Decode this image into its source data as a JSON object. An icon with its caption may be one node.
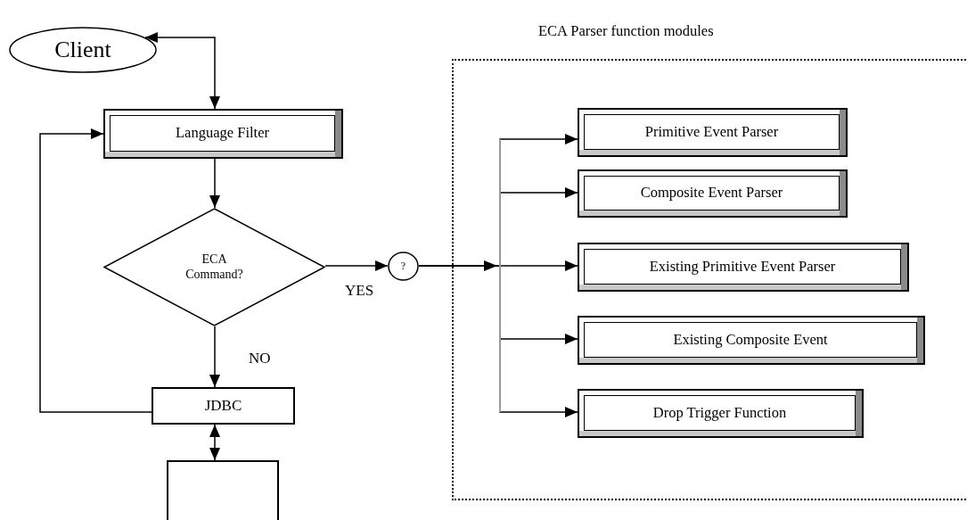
{
  "diagram": {
    "nodes": [
      {
        "text": [
          "Client"
        ]
      },
      {
        "text": [
          "Language Filter"
        ]
      },
      {
        "text": [
          "ECA Command?"
        ]
      },
      {
        "text": [
          "?"
        ]
      },
      {
        "text": [
          "ECA Parser function modules"
        ]
      },
      {
        "text": [
          "Primitive Event Parser"
        ],
        "in": 4
      },
      {
        "text": [
          "Composite Event Parser"
        ],
        "in": 4
      },
      {
        "text": [
          "Existing Primitive Event Parser"
        ],
        "in": 4
      },
      {
        "text": [
          "Existing Composite Event"
        ],
        "in": 4
      },
      {
        "text": [
          "Drop Trigger Function"
        ],
        "in": 4
      },
      {
        "text": [
          "JDBC"
        ]
      },
      {
        "text": [],
        "shape": "box"
      }
    ],
    "edges": [
      {
        "from": 0,
        "to": 1,
        "arrow": "both"
      },
      {
        "from": 1,
        "to": 2,
        "arrow": "to"
      },
      {
        "from": 2,
        "to": 3,
        "arrow": "to",
        "label": "YES"
      },
      {
        "from": 3,
        "to": 5,
        "arrow": "to"
      },
      {
        "from": 3,
        "to": 6,
        "arrow": "to"
      },
      {
        "from": 3,
        "to": 7,
        "arrow": "to"
      },
      {
        "from": 3,
        "to": 8,
        "arrow": "to"
      },
      {
        "from": 3,
        "to": 9,
        "arrow": "to"
      },
      {
        "from": 2,
        "to": 10,
        "arrow": "to",
        "label": "NO"
      },
      {
        "from": 10,
        "to": 1,
        "arrow": "to"
      },
      {
        "from": 10,
        "to": 11,
        "arrow": "both"
      }
    ]
  }
}
